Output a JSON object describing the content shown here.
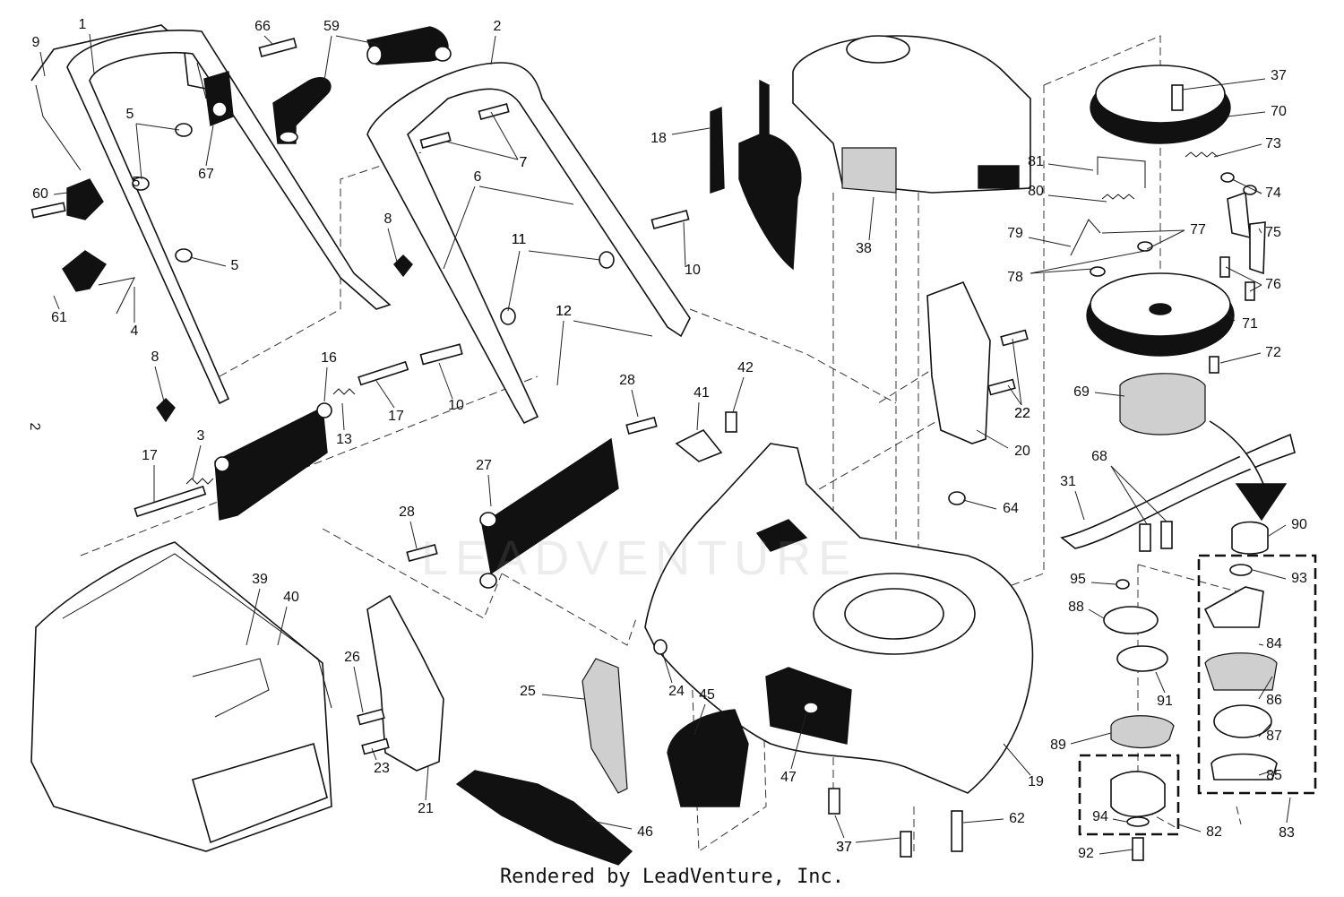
{
  "diagram": {
    "part_numbers": [
      "1",
      "2",
      "3",
      "4",
      "5",
      "5",
      "5",
      "6",
      "7",
      "7",
      "8",
      "8",
      "9",
      "10",
      "10",
      "11",
      "11",
      "12",
      "12",
      "13",
      "16",
      "17",
      "17",
      "18",
      "19",
      "20",
      "21",
      "22",
      "22",
      "23",
      "24",
      "25",
      "26",
      "27",
      "28",
      "28",
      "31",
      "37",
      "37",
      "37",
      "38",
      "39",
      "40",
      "41",
      "42",
      "45",
      "46",
      "47",
      "59",
      "60",
      "61",
      "62",
      "64",
      "66",
      "67",
      "68",
      "69",
      "70",
      "71",
      "72",
      "73",
      "74",
      "75",
      "76",
      "77",
      "78",
      "79",
      "80",
      "81",
      "82",
      "83",
      "84",
      "85",
      "86",
      "87",
      "88",
      "89",
      "90",
      "91",
      "92",
      "93",
      "94",
      "95"
    ],
    "side_mark": "2",
    "watermark": "LEADVENTURE",
    "credit": "Rendered by LeadVenture, Inc."
  }
}
